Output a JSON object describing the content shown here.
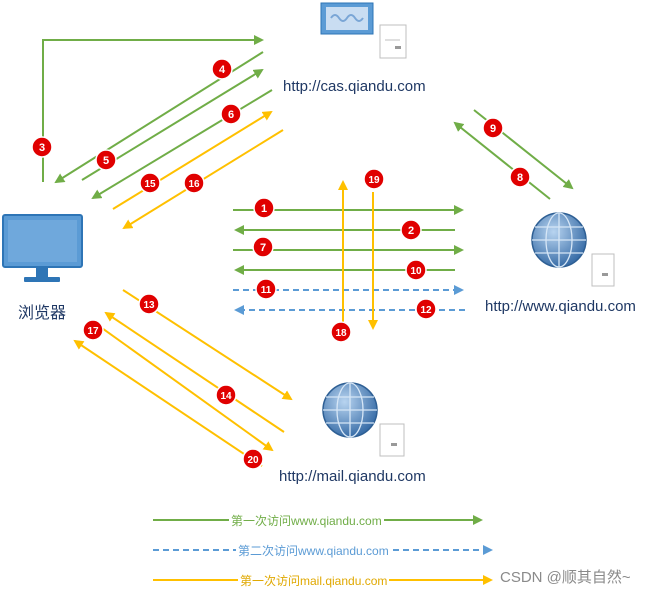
{
  "nodes": {
    "browser": "浏览器",
    "cas": "http://cas.qiandu.com",
    "www": "http://www.qiandu.com",
    "mail": "http://mail.qiandu.com"
  },
  "steps": [
    "1",
    "2",
    "3",
    "4",
    "5",
    "6",
    "7",
    "8",
    "9",
    "10",
    "11",
    "12",
    "13",
    "14",
    "15",
    "16",
    "17",
    "18",
    "19",
    "20"
  ],
  "legend": [
    {
      "label": "第一次访问www.qiandu.com",
      "color": "#70ad47",
      "style": "solid"
    },
    {
      "label": "第二次访问www.qiandu.com",
      "color": "#5b9bd5",
      "style": "dashed"
    },
    {
      "label": "第一次访问mail.qiandu.com",
      "color": "#ffc000",
      "style": "solid"
    }
  ],
  "watermark": "CSDN @顺其自然~",
  "colors": {
    "green": "#70ad47",
    "blue": "#5b9bd5",
    "yellow": "#ffc000",
    "badge": "#e00000",
    "monitor": "#4a90d9"
  },
  "icons": [
    "monitor-icon",
    "cas-server-icon",
    "globe-icon"
  ]
}
